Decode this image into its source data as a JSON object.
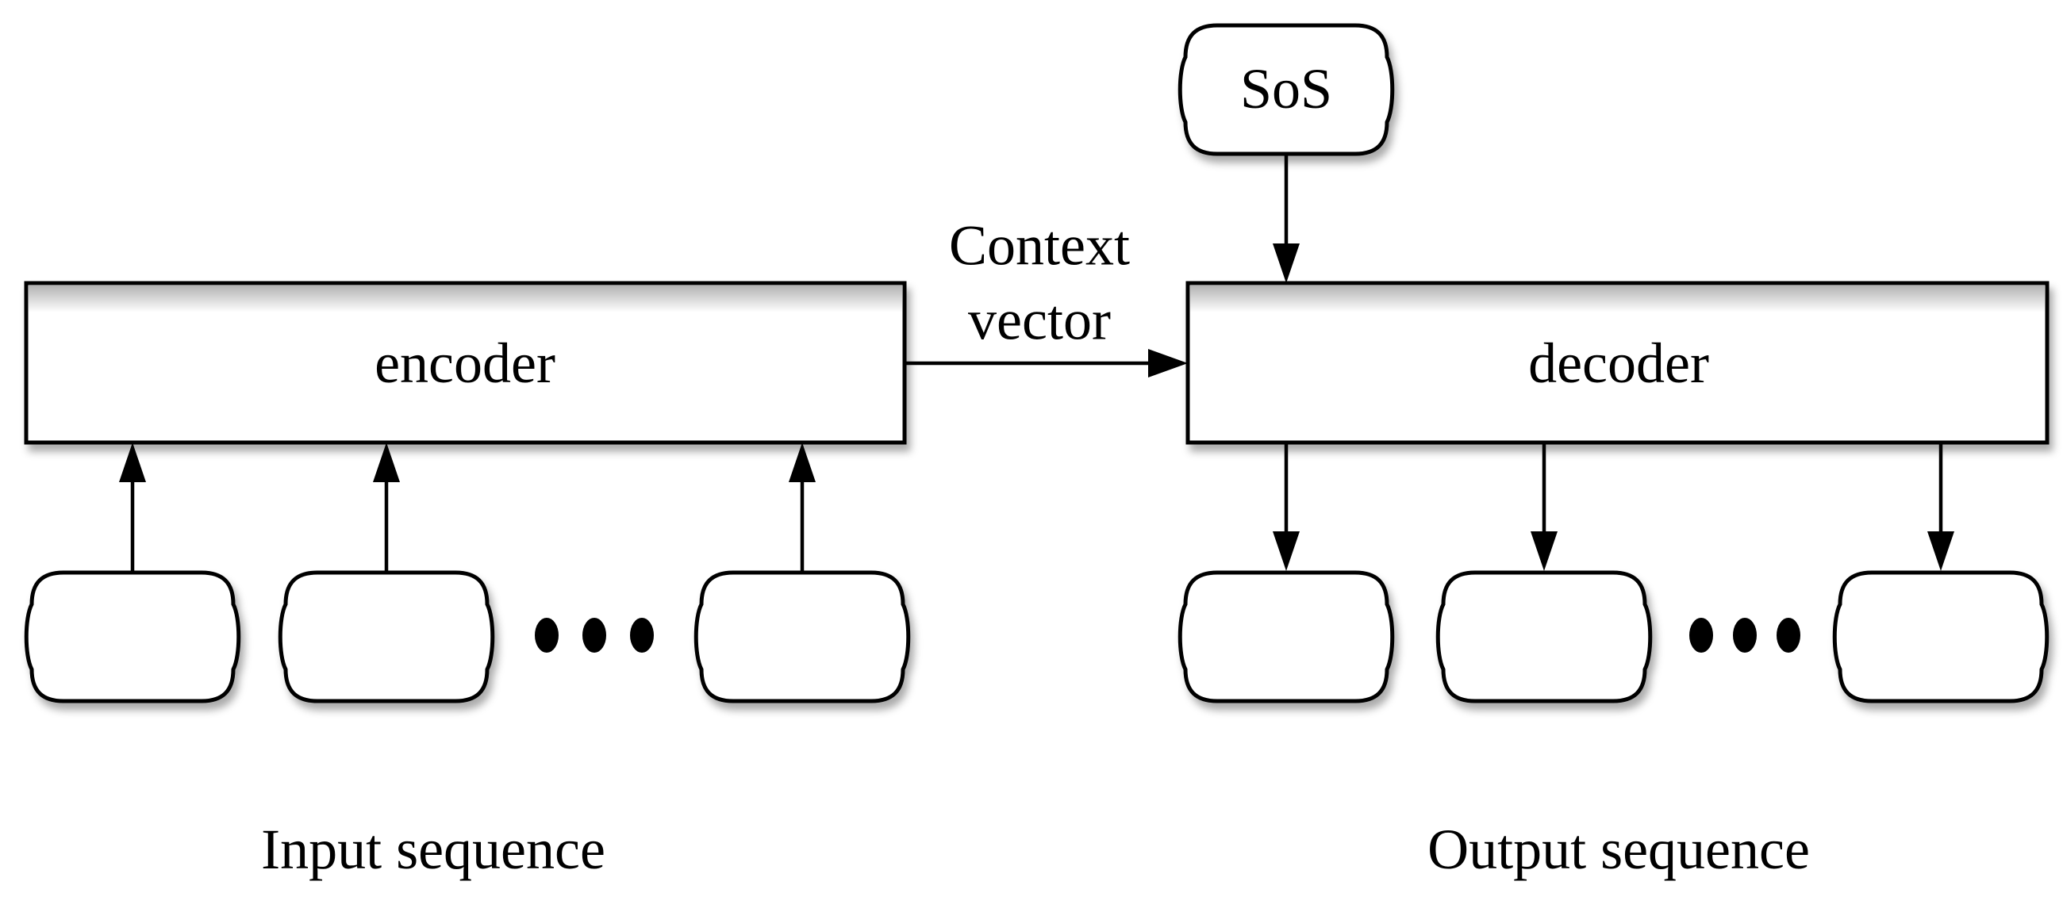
{
  "colors": {
    "stroke": "#000000",
    "fill": "#ffffff",
    "text": "#000000",
    "shadow": "rgba(0,0,0,0.33)",
    "background": "#ffffff"
  },
  "nodes": {
    "encoder": "encoder",
    "decoder": "decoder",
    "sos": "SoS"
  },
  "edge_labels": {
    "context_line1": "Context",
    "context_line2": "vector"
  },
  "captions": {
    "input": "Input sequence",
    "output": "Output sequence"
  }
}
